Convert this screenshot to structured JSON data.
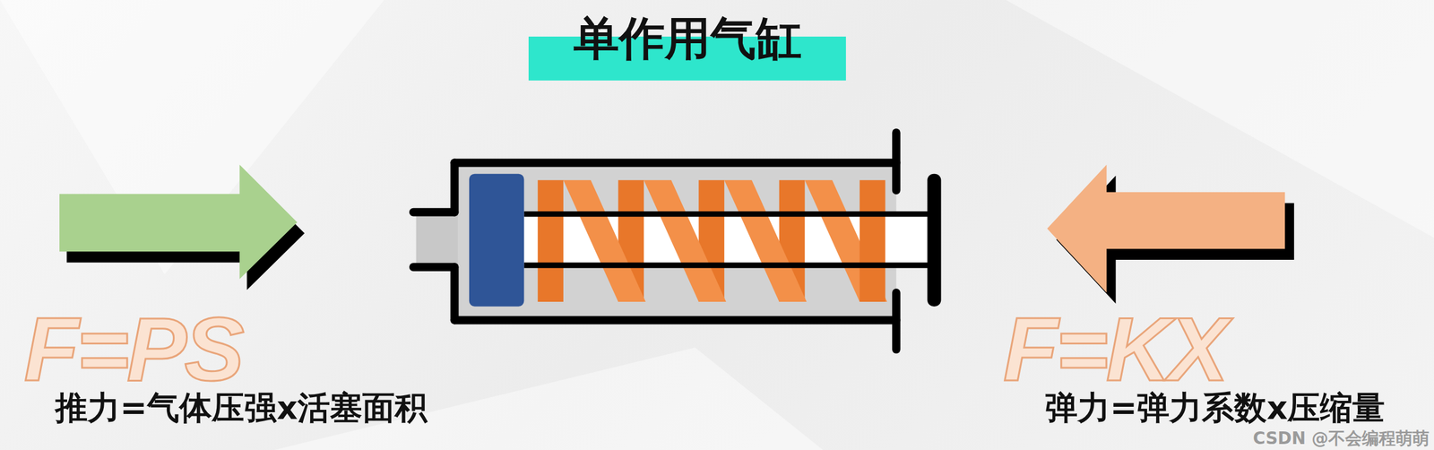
{
  "diagram": {
    "title": "单作用气缸",
    "labels": [
      "F=PS",
      "推力=气体压强x活塞面积",
      "F=KX",
      "弹力=弹力系数x压缩量",
      "CSDN @不会编程萌萌"
    ]
  }
}
